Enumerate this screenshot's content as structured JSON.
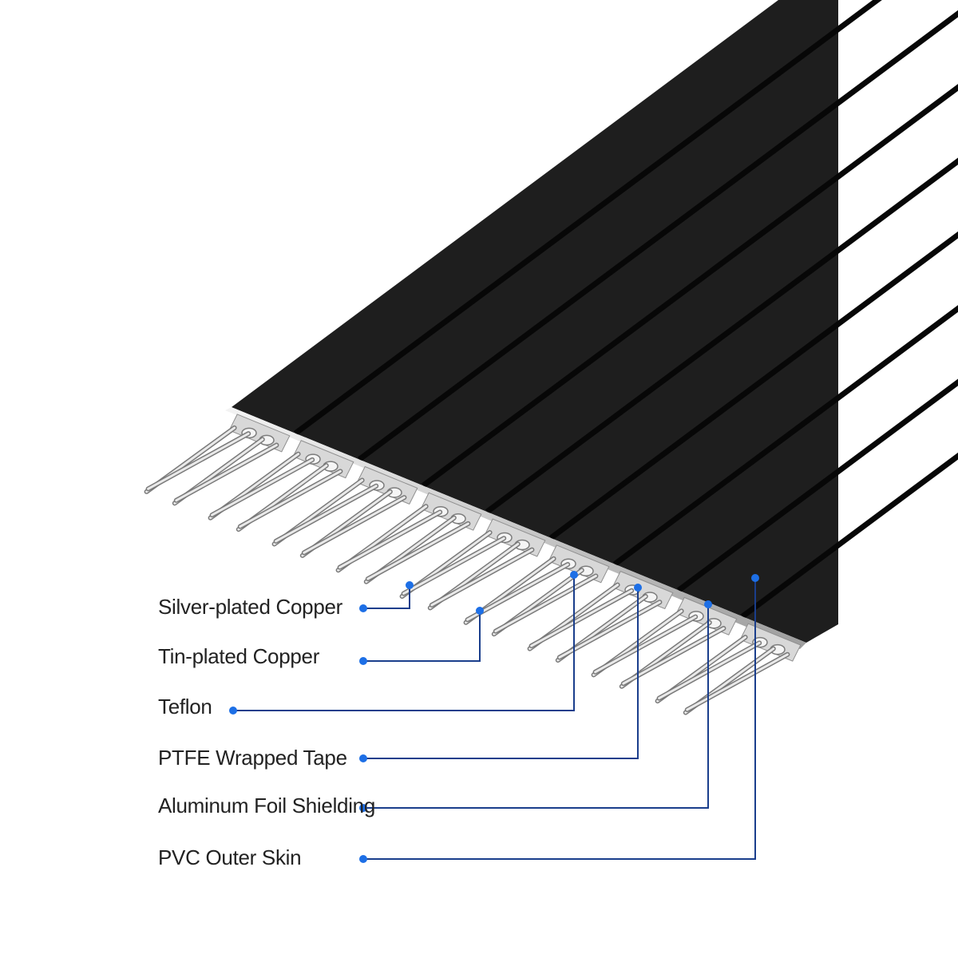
{
  "diagram": {
    "title": "",
    "labels": [
      "Silver-plated Copper",
      "Tin-plated Copper",
      "Teflon",
      "PTFE Wrapped Tape",
      "Aluminum Foil Shielding",
      "PVC Outer Skin"
    ],
    "colors": {
      "background": "#ffffff",
      "cable_jacket": "#1e1e1e",
      "cable_stripe": "#070707",
      "foil": "#c9c9c9",
      "wire": "#b8b8b8",
      "leader_line": "#1a3e8c",
      "leader_dot": "#1d6fe6",
      "label_text": "#222222"
    }
  }
}
